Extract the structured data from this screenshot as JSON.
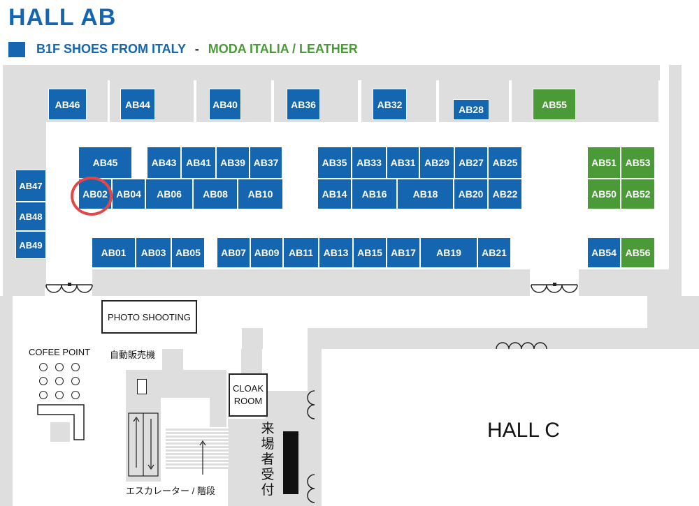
{
  "header": {
    "title": "HALL AB",
    "legend_floor_label": "B1F SHOES FROM ITALY",
    "legend_separator": "-",
    "legend_green_label": "MODA ITALIA / LEATHER",
    "colors": {
      "blue": "#1466b0",
      "green": "#4a9b37",
      "highlight": "#e44747"
    }
  },
  "booths": [
    {
      "id": "AB46",
      "color": "blue"
    },
    {
      "id": "AB44",
      "color": "blue"
    },
    {
      "id": "AB40",
      "color": "blue"
    },
    {
      "id": "AB36",
      "color": "blue"
    },
    {
      "id": "AB32",
      "color": "blue"
    },
    {
      "id": "AB28",
      "color": "blue"
    },
    {
      "id": "AB55",
      "color": "green"
    },
    {
      "id": "AB45",
      "color": "blue"
    },
    {
      "id": "AB43",
      "color": "blue"
    },
    {
      "id": "AB41",
      "color": "blue"
    },
    {
      "id": "AB39",
      "color": "blue"
    },
    {
      "id": "AB37",
      "color": "blue"
    },
    {
      "id": "AB35",
      "color": "blue"
    },
    {
      "id": "AB33",
      "color": "blue"
    },
    {
      "id": "AB31",
      "color": "blue"
    },
    {
      "id": "AB29",
      "color": "blue"
    },
    {
      "id": "AB27",
      "color": "blue"
    },
    {
      "id": "AB25",
      "color": "blue"
    },
    {
      "id": "AB51",
      "color": "green"
    },
    {
      "id": "AB53",
      "color": "green"
    },
    {
      "id": "AB47",
      "color": "blue"
    },
    {
      "id": "AB48",
      "color": "blue"
    },
    {
      "id": "AB49",
      "color": "blue"
    },
    {
      "id": "AB02",
      "color": "blue",
      "highlighted": true
    },
    {
      "id": "AB04",
      "color": "blue"
    },
    {
      "id": "AB06",
      "color": "blue"
    },
    {
      "id": "AB08",
      "color": "blue"
    },
    {
      "id": "AB10",
      "color": "blue"
    },
    {
      "id": "AB14",
      "color": "blue"
    },
    {
      "id": "AB16",
      "color": "blue"
    },
    {
      "id": "AB18",
      "color": "blue"
    },
    {
      "id": "AB20",
      "color": "blue"
    },
    {
      "id": "AB22",
      "color": "blue"
    },
    {
      "id": "AB50",
      "color": "green"
    },
    {
      "id": "AB52",
      "color": "green"
    },
    {
      "id": "AB01",
      "color": "blue"
    },
    {
      "id": "AB03",
      "color": "blue"
    },
    {
      "id": "AB05",
      "color": "blue"
    },
    {
      "id": "AB07",
      "color": "blue"
    },
    {
      "id": "AB09",
      "color": "blue"
    },
    {
      "id": "AB11",
      "color": "blue"
    },
    {
      "id": "AB13",
      "color": "blue"
    },
    {
      "id": "AB15",
      "color": "blue"
    },
    {
      "id": "AB17",
      "color": "blue"
    },
    {
      "id": "AB19",
      "color": "blue"
    },
    {
      "id": "AB21",
      "color": "blue"
    },
    {
      "id": "AB54",
      "color": "blue"
    },
    {
      "id": "AB56",
      "color": "green"
    }
  ],
  "facilities": {
    "photo_shooting": "PHOTO SHOOTING",
    "coffee_point": "COFEE POINT",
    "vending": "自動販売機",
    "cloak_line1": "CLOAK",
    "cloak_line2": "ROOM",
    "reception": "来場者受付",
    "escalator_stairs": "エスカレーター / 階段",
    "hall_c": "HALL C"
  }
}
